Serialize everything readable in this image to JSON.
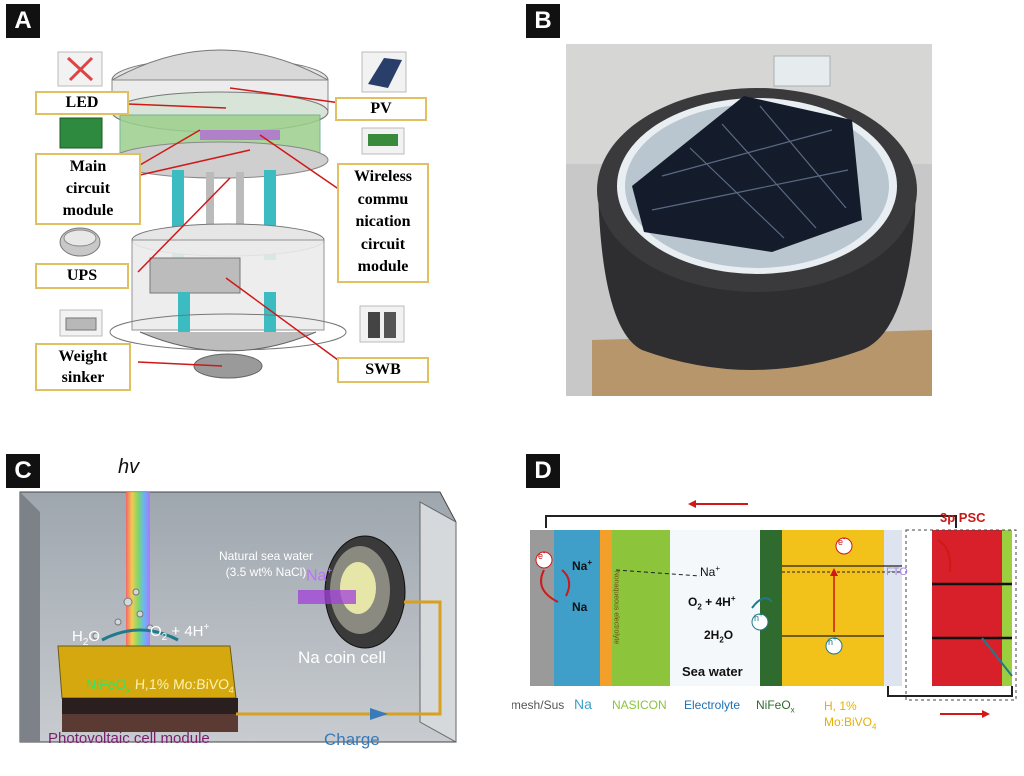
{
  "panels": {
    "a": {
      "letter": "A",
      "labels": {
        "led": "LED",
        "pv": "PV",
        "main_circuit": [
          "Main",
          "circuit",
          "module"
        ],
        "wireless": [
          "Wireless",
          "commu",
          "nication",
          "circuit",
          "module"
        ],
        "ups": "UPS",
        "swb": "SWB",
        "weight_sinker": [
          "Weight",
          "sinker"
        ]
      }
    },
    "b": {
      "letter": "B"
    },
    "c": {
      "letter": "C",
      "hv": "hv",
      "sea_water": [
        "Natural sea water",
        "(3.5 wt% NaCl)"
      ],
      "na_ion": "Na",
      "na_ion_charge": "+",
      "reaction_h2o": "H",
      "reaction_h2o_sub": "2",
      "reaction_h2o_o": "O",
      "reaction_o2": "O",
      "reaction_o2_sub": "2",
      "reaction_o2_rest": " + 4H",
      "reaction_o2_charge": "+",
      "na_coin_cell": "Na coin cell",
      "photoanode": "NiFeO",
      "photoanode_sub": "x",
      "photoanode_rest": " H,1% Mo:BiVO",
      "photoanode_sub2": "4",
      "pv_module": "Photovoltaic cell module",
      "charge": "Charge"
    },
    "d": {
      "letter": "D",
      "psc": "3p PSC",
      "electron": "e",
      "electron_charge": "-",
      "hole": "h",
      "hole_charge": "+",
      "na_plus": "Na",
      "na_plus_charge": "+",
      "na": "Na",
      "na_plus_electrolyte": "Na",
      "na_plus_electrolyte_charge": "+",
      "o2_reaction": "O",
      "o2_sub": "2",
      "o2_rest": " + 4H",
      "o2_charge": "+",
      "water": "2H",
      "water_sub": "2",
      "water_o": "O",
      "fto": "FTO",
      "nonaqueous": "Nonaqueous electrolyte",
      "sea_water": "Sea water",
      "bottom_labels": {
        "ti_mesh": "Ti mesh/Sus",
        "na": "Na",
        "nasicon": "NASICON",
        "electrolyte": "Electrolyte",
        "nifeox": "NiFeO",
        "nifeox_sub": "x",
        "bivo4_line1": "H, 1%",
        "bivo4_line2": "Mo:BiVO",
        "bivo4_sub": "4"
      }
    }
  },
  "footer_text": "",
  "colors": {
    "label_border": "#e0c060",
    "arrow_red": "#d01818",
    "ti_mesh": "#9a9a9a",
    "na_blue": "#3f9fc8",
    "nasicon_green": "#8cc43c",
    "nifeox_green": "#2f6a2f",
    "bivo4_yellow": "#f2c21a",
    "psc_red": "#d8202a",
    "electrolyte_text": "#1c6fb8",
    "photo_label": "#7a1f6e"
  }
}
